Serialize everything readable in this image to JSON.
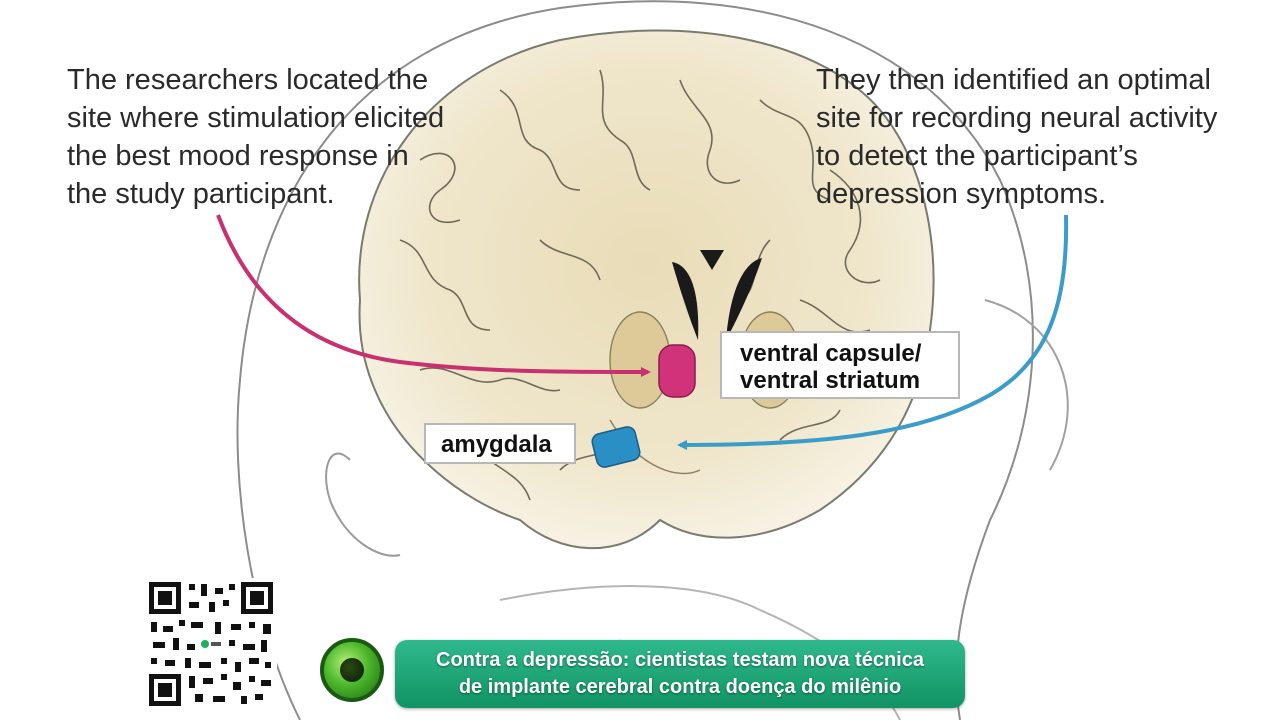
{
  "captions": {
    "left": "The researchers located the\nsite where stimulation elicited\nthe best mood response in\nthe study participant.",
    "right": "They then identified an optimal\nsite for recording neural activity\nto detect the participant’s\ndepression symptoms."
  },
  "labels": {
    "ventral": "ventral capsule/\nventral striatum",
    "amygdala": "amygdala"
  },
  "banner": {
    "line1": "Contra a depressão: cientistas testam nova técnica",
    "line2": "de implante cerebral contra doença do milênio"
  },
  "colors": {
    "stimulation_site": "#d1337a",
    "recording_site": "#2a8fc4",
    "arrow_left": "#c8306f",
    "arrow_right": "#3a9cc8",
    "banner": "#16a071"
  },
  "icons": {
    "qr": "qr-code",
    "logo": "green-eye-logo"
  }
}
